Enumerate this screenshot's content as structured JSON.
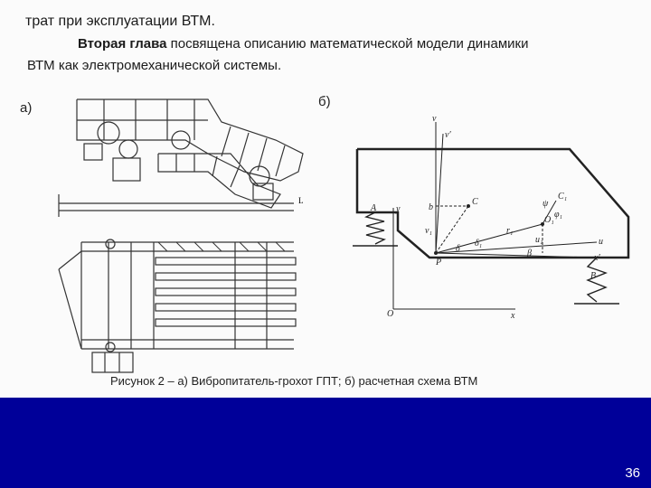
{
  "text": {
    "line1": "трат при эксплуатации ВТМ.",
    "line2_bold": "Вторая глава",
    "line2_rest": " посвящена описанию математической модели динамики",
    "line3": "ВТМ как электромеханической системы."
  },
  "figure": {
    "label_a": "а)",
    "label_b": "б)",
    "caption": "Рисунок 2 – а) Вибропитатель-грохот ГПТ; б) расчетная схема ВТМ",
    "scheme_labels": {
      "A": "A",
      "B": "B",
      "C": "C",
      "C1": "C₁",
      "O": "O",
      "O1": "O₁",
      "P": "P",
      "x": "x",
      "y": "y",
      "u": "u",
      "v": "v",
      "x_prime": "x′",
      "v_prime": "v′",
      "b": "b",
      "v1": "v₁",
      "u1": "u₁",
      "r1": "r₁",
      "delta1": "δ₁",
      "phi1": "φ₁",
      "delta": "δ",
      "beta": "β",
      "psi": "ψ",
      "L": "L"
    }
  },
  "footer": {
    "page_number": "36",
    "color": "#000099"
  }
}
